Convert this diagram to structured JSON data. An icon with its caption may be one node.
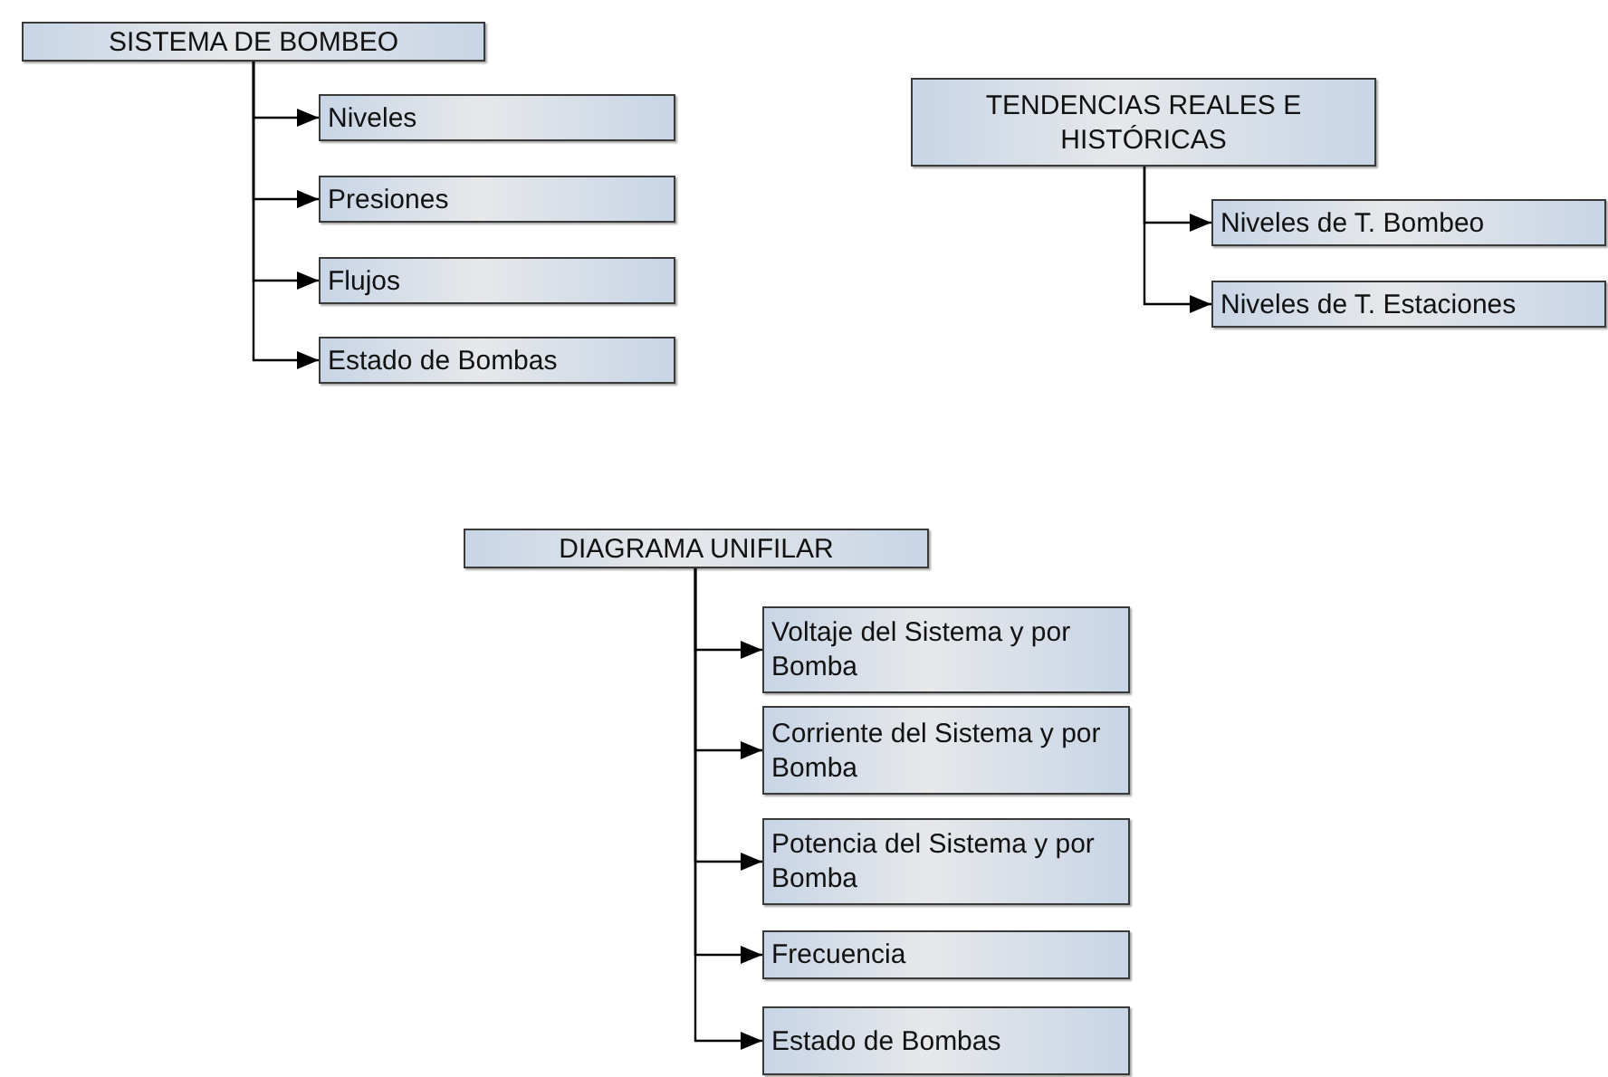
{
  "diagram": {
    "nodes": [
      {
        "text": [
          "SISTEMA DE BOMBEO"
        ]
      },
      {
        "text": [
          "Niveles"
        ]
      },
      {
        "text": [
          "Presiones"
        ]
      },
      {
        "text": [
          "Flujos"
        ]
      },
      {
        "text": [
          "Estado de Bombas"
        ]
      },
      {
        "text": [
          "TENDENCIAS REALES E HISTÓRICAS"
        ]
      },
      {
        "text": [
          "Niveles de T. Bombeo"
        ]
      },
      {
        "text": [
          "Niveles de T. Estaciones"
        ]
      },
      {
        "text": [
          "DIAGRAMA UNIFILAR"
        ]
      },
      {
        "text": [
          "Voltaje del Sistema y por Bomba"
        ]
      },
      {
        "text": [
          "Corriente del Sistema y por Bomba"
        ]
      },
      {
        "text": [
          "Potencia del Sistema y por Bomba"
        ]
      },
      {
        "text": [
          "Frecuencia"
        ]
      },
      {
        "text": [
          "Estado de Bombas"
        ]
      }
    ],
    "edges": [
      {
        "from": 0,
        "to": 1,
        "arrow": "to"
      },
      {
        "from": 0,
        "to": 2,
        "arrow": "to"
      },
      {
        "from": 0,
        "to": 3,
        "arrow": "to"
      },
      {
        "from": 0,
        "to": 4,
        "arrow": "to"
      },
      {
        "from": 5,
        "to": 6,
        "arrow": "to"
      },
      {
        "from": 5,
        "to": 7,
        "arrow": "to"
      },
      {
        "from": 8,
        "to": 9,
        "arrow": "to"
      },
      {
        "from": 8,
        "to": 10,
        "arrow": "to"
      },
      {
        "from": 8,
        "to": 11,
        "arrow": "to"
      },
      {
        "from": 8,
        "to": 12,
        "arrow": "to"
      },
      {
        "from": 8,
        "to": 13,
        "arrow": "to"
      }
    ]
  }
}
